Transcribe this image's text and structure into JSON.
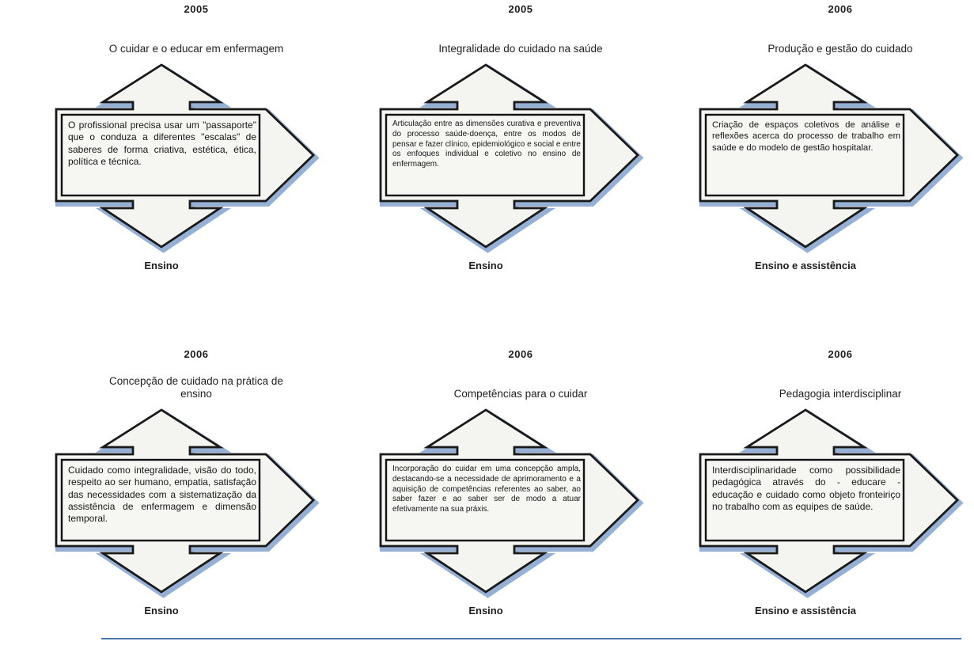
{
  "diagram": {
    "description": "Timeline diagram of nursing-care concepts 2005-2006, six four-direction arrow callouts",
    "shape": "four-direction-arrow",
    "colors": {
      "shape_fill": "#f4f4f1",
      "shape_outline": "#191919",
      "shape_shadow": "#96b0d5",
      "divider_line": "#4a74a8",
      "text": "#161616"
    },
    "panels": [
      {
        "year": "2005",
        "title": "O cuidar e o educar em enfermagem",
        "body": "O profissional precisa usar um \"passaporte\" que o conduza a diferentes \"escalas\" de saberes de forma criativa, estética, ética, política e técnica.",
        "tag": "Ensino"
      },
      {
        "year": "2005",
        "title": "Integralidade do cuidado na saúde",
        "body": "Articulação entre as dimensões curativa e preventiva do processo saúde-doença, entre os modos de pensar e fazer clínico, epidemiológico e social e entre os enfoques individual e coletivo no ensino de enfermagem.",
        "tag": "Ensino"
      },
      {
        "year": "2006",
        "title": "Produção e gestão do cuidado",
        "body": "Criação de espaços coletivos de análise e reflexões acerca do processo de trabalho em saúde e do modelo de gestão hospitalar.",
        "tag": "Ensino e assistência"
      },
      {
        "year": "2006",
        "title": "Concepção de cuidado na prática de ensino",
        "body": "Cuidado como integralidade, visão do todo, respeito ao ser humano, empatia, satisfação das necessidades com a sistematização da assistência de enfermagem e dimensão temporal.",
        "tag": "Ensino"
      },
      {
        "year": "2006",
        "title": "Competências para o cuidar",
        "body": "Incorporação do cuidar em uma concepção ampla, destacando-se a necessidade de aprimoramento e a aquisição de competências referentes ao saber, ao saber fazer e ao saber ser de modo a atuar efetivamente na sua práxis.",
        "tag": "Ensino"
      },
      {
        "year": "2006",
        "title": "Pedagogia interdisciplinar",
        "body": "Interdisciplinaridade como possibilidade pedagógica através do - educare - educação e cuidado como objeto fronteiriço no trabalho com as equipes de saúde.",
        "tag": "Ensino e assistência"
      }
    ]
  }
}
